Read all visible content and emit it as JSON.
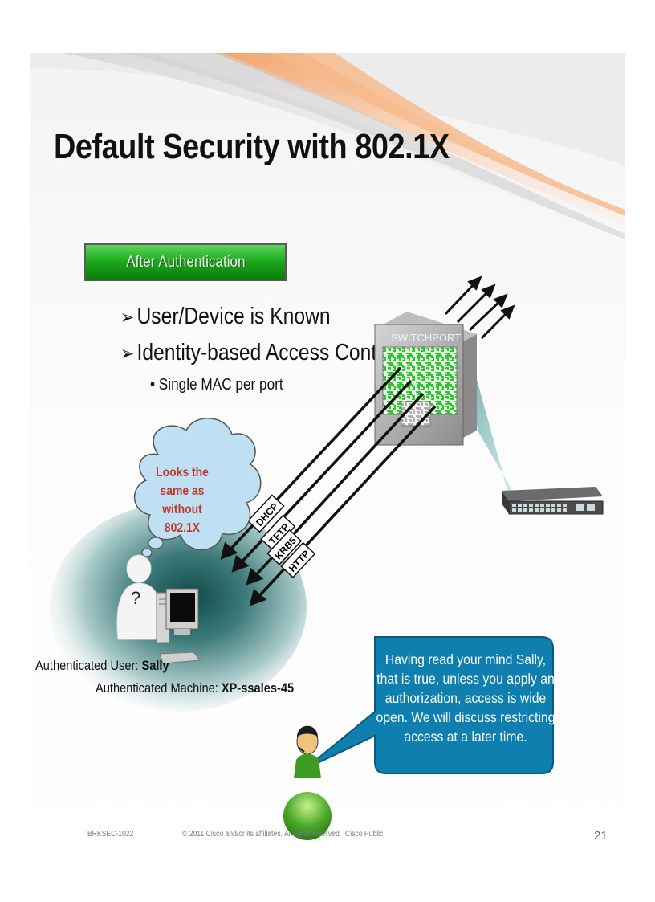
{
  "title": "Default Security with 802.1X",
  "badge": "After Authentication",
  "bullets": [
    "User/Device is Known",
    "Identity-based Access Control"
  ],
  "sub_bullet": "Single MAC per port",
  "thought_bubble": "Looks the same as without 802.1X",
  "question_mark": "?",
  "switchport_label": "SWITCHPORT",
  "protocols": [
    "DHCP",
    "TFTP",
    "KRB5",
    "HTTP"
  ],
  "authenticated_user": {
    "label": "Authenticated User: ",
    "value": "Sally"
  },
  "authenticated_machine": {
    "label": "Authenticated Machine: ",
    "value": "XP-ssales-45"
  },
  "callout": "Having read your mind Sally, that is true, unless you apply an authorization, access is wide open. We will discuss restricting access at a later time.",
  "footer": {
    "session": "BRKSEC-1022",
    "copyright": "© 2011 Cisco and/or its affiliates. All rights reserved.",
    "classification": "Cisco Public",
    "page": "21"
  },
  "colors": {
    "badge_green": "#19a819",
    "callout_blue": "#0f7fb0",
    "thought_bubble": "#bfe0f3",
    "alert_red": "#c0392b",
    "swoosh_orange": "#f6b98a"
  }
}
